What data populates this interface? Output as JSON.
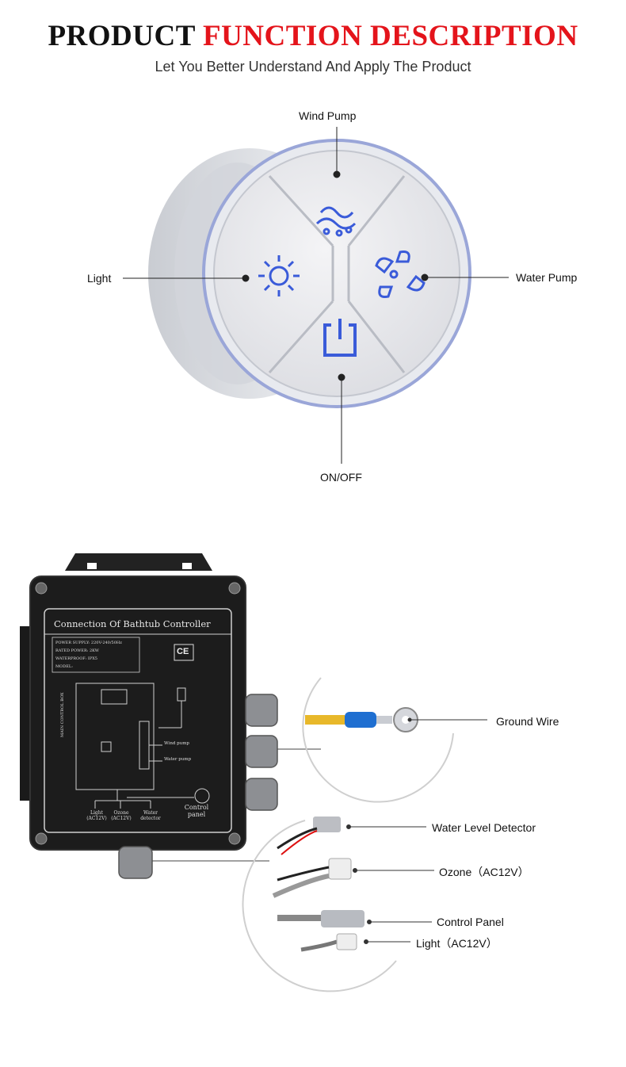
{
  "header": {
    "title_black": "PRODUCT",
    "title_red": "FUNCTION DESCRIPTION",
    "subtitle": "Let You Better Understand And Apply The Product"
  },
  "panel_callouts": {
    "wind_pump": "Wind Pump",
    "light": "Light",
    "water_pump": "Water Pump",
    "on_off": "ON/OFF"
  },
  "controller": {
    "title": "Connection Of Bathtub Controller",
    "spec_rows": [
      "POWER SUPPLY: 220V-240/50Hz",
      "RATED POWER: 2KW",
      "WATERPROOF: IPX5",
      "MODEL:"
    ],
    "ce_mark": "CE",
    "box_label": "MAIN CONTROL BOX",
    "wind_pump": "Wind pump",
    "water_pump": "Water pump",
    "light_label": "Light (AC12V)",
    "ozone_label": "Ozone (AC12V)",
    "water_detector_label": "Water detector",
    "control_panel_label": "Control panel"
  },
  "wire_callouts": {
    "ground_wire": "Ground Wire",
    "water_level_detector": "Water Level Detector",
    "ozone": "Ozone（AC12V）",
    "control_panel": "Control Panel",
    "light": "Light（AC12V）"
  },
  "colors": {
    "accent_red": "#e4141b",
    "icon_blue": "#3a5bd9",
    "box_black": "#1c1c1c"
  }
}
